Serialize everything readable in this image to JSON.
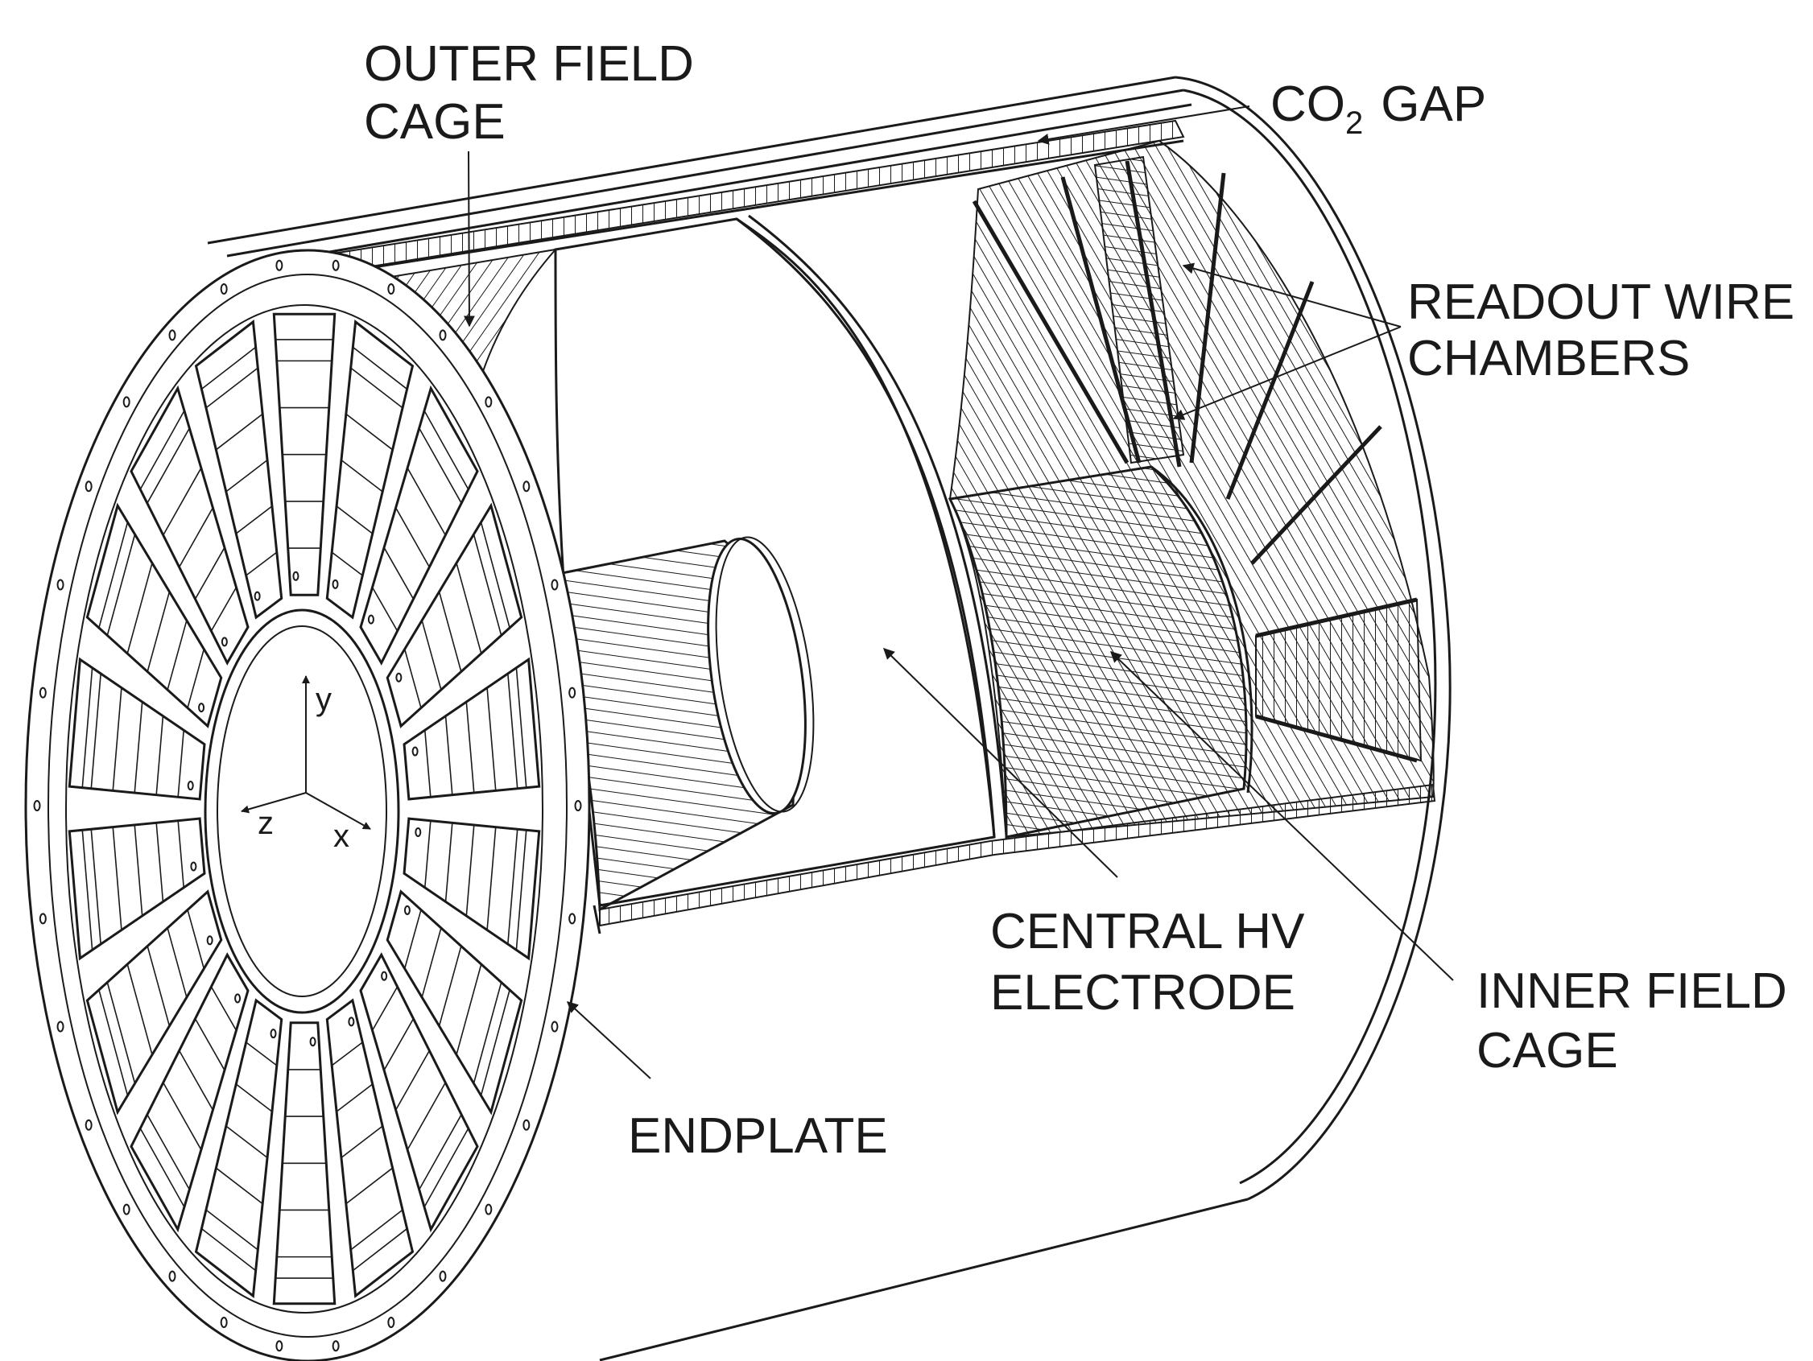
{
  "labels": {
    "outer_field_cage": [
      "OUTER FIELD",
      "CAGE"
    ],
    "co2_gap": {
      "main": "CO",
      "subscript": "2",
      "rest": "GAP"
    },
    "readout_wire_chambers": [
      "READOUT WIRE",
      "CHAMBERS"
    ],
    "central_hv_electrode": [
      "CENTRAL HV",
      "ELECTRODE"
    ],
    "inner_field_cage": [
      "INNER FIELD",
      "CAGE"
    ],
    "endplate": "ENDPLATE"
  },
  "axes": {
    "y": "y",
    "z": "z",
    "x": "x"
  }
}
